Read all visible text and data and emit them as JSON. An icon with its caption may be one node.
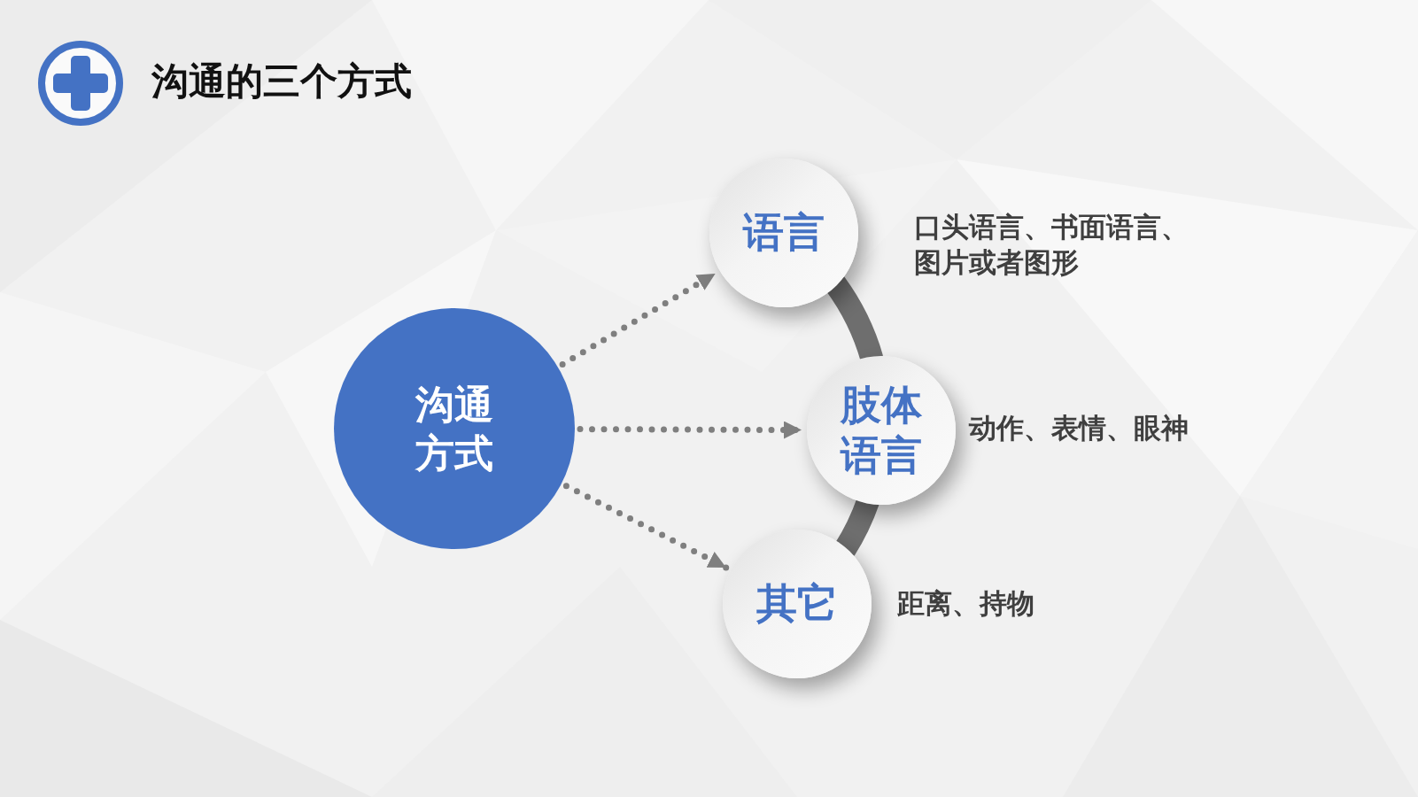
{
  "diagram": {
    "title": "沟通的三个方式",
    "nodes": [
      {
        "text": [
          "沟通方式"
        ]
      },
      {
        "text": [
          "语言"
        ],
        "beside": [
          "口头语言、书面语言、图片或者图形"
        ]
      },
      {
        "text": [
          "肢体语言"
        ],
        "beside": [
          "动作、表情、眼神"
        ]
      },
      {
        "text": [
          "其它"
        ],
        "beside": [
          "距离、持物"
        ]
      }
    ],
    "edges": [
      {
        "from": 0,
        "to": 1,
        "arrow": "to",
        "style": "dashed"
      },
      {
        "from": 0,
        "to": 2,
        "arrow": "to",
        "style": "dashed"
      },
      {
        "from": 0,
        "to": 3,
        "arrow": "to",
        "style": "dashed"
      },
      {
        "from": 1,
        "to": 2,
        "arrow": "none",
        "style": "thick"
      },
      {
        "from": 2,
        "to": 3,
        "arrow": "none",
        "style": "thick"
      }
    ]
  }
}
